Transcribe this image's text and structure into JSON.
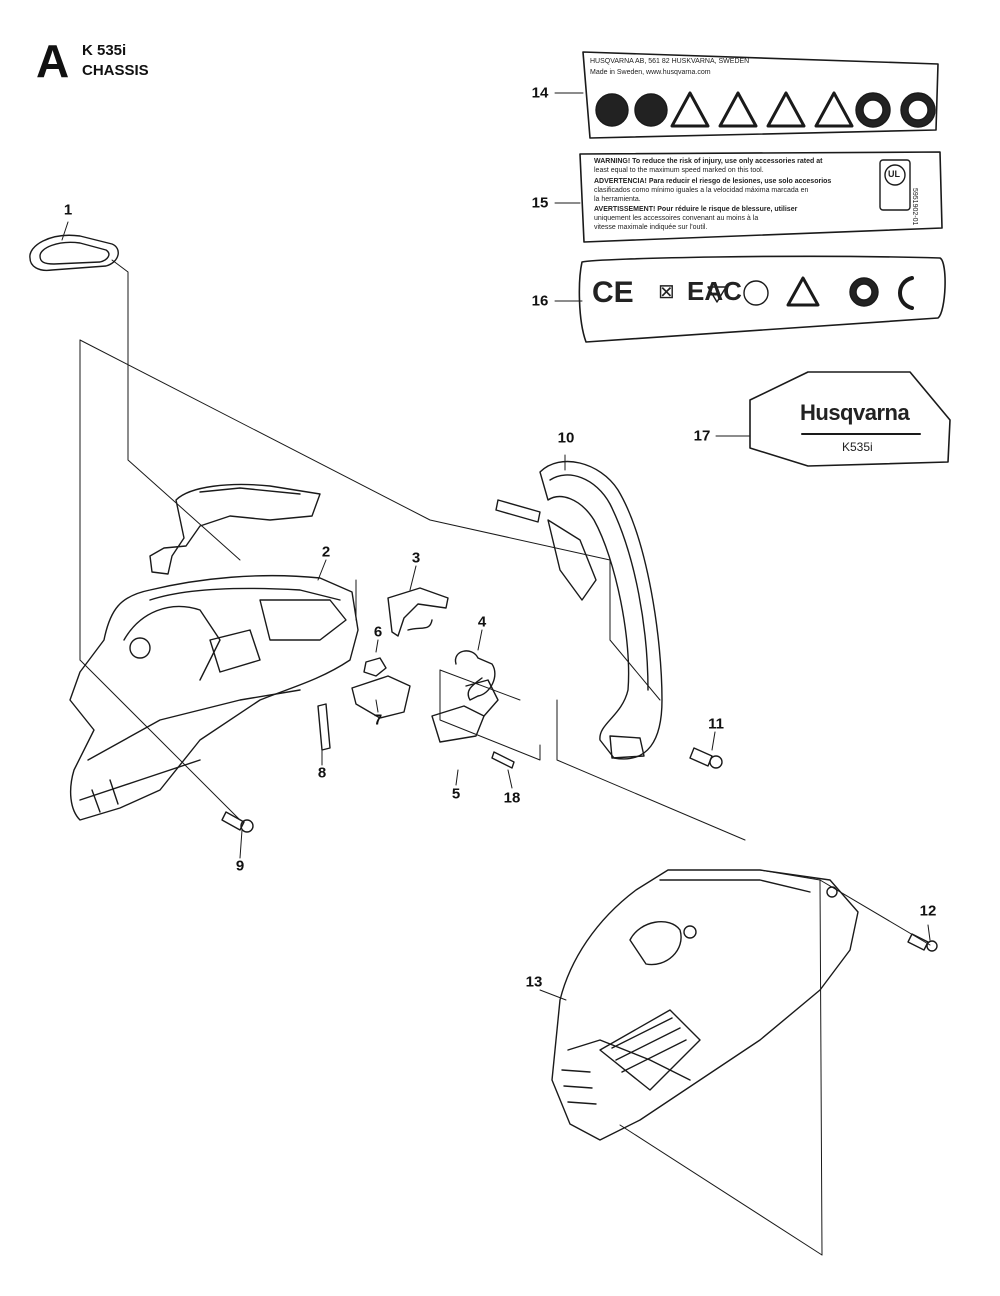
{
  "header": {
    "section_letter": "A",
    "model": "K 535i",
    "section_title": "CHASSIS"
  },
  "callouts": [
    "1",
    "2",
    "3",
    "4",
    "5",
    "6",
    "7",
    "8",
    "9",
    "10",
    "11",
    "12",
    "13",
    "14",
    "15",
    "16",
    "17",
    "18"
  ],
  "decal_14": {
    "address": "HUSQVARNA AB, 561 82 HUSKVARNA, SWEDEN",
    "origin": "Made in Sweden, www.husqvarna.com"
  },
  "decal_15": {
    "en_warning": "WARNING! To reduce the risk of injury, use only accessories rated at",
    "en_warning_2": "least equal to the maximum speed marked on this tool.",
    "es_warning": "ADVERTENCIA! Para reducir el riesgo de lesiones, use solo accesorios",
    "es_warning_2": "clasificados como mínimo iguales a la velocidad máxima marcada en",
    "es_warning_3": "la herramienta.",
    "fr_warning": "AVERTISSEMENT! Pour réduire le risque de blessure, utiliser",
    "fr_warning_2": "uniquement les accessoires convenant au moins à la",
    "fr_warning_3": "vitesse maximale indiquée sur l'outil.",
    "ul_mark": "UL",
    "part_code": "5951902-01"
  },
  "decal_16": {
    "marks": [
      "CE",
      "EAC"
    ]
  },
  "decal_17": {
    "brand": "Husqvarna",
    "model": "K535i"
  }
}
